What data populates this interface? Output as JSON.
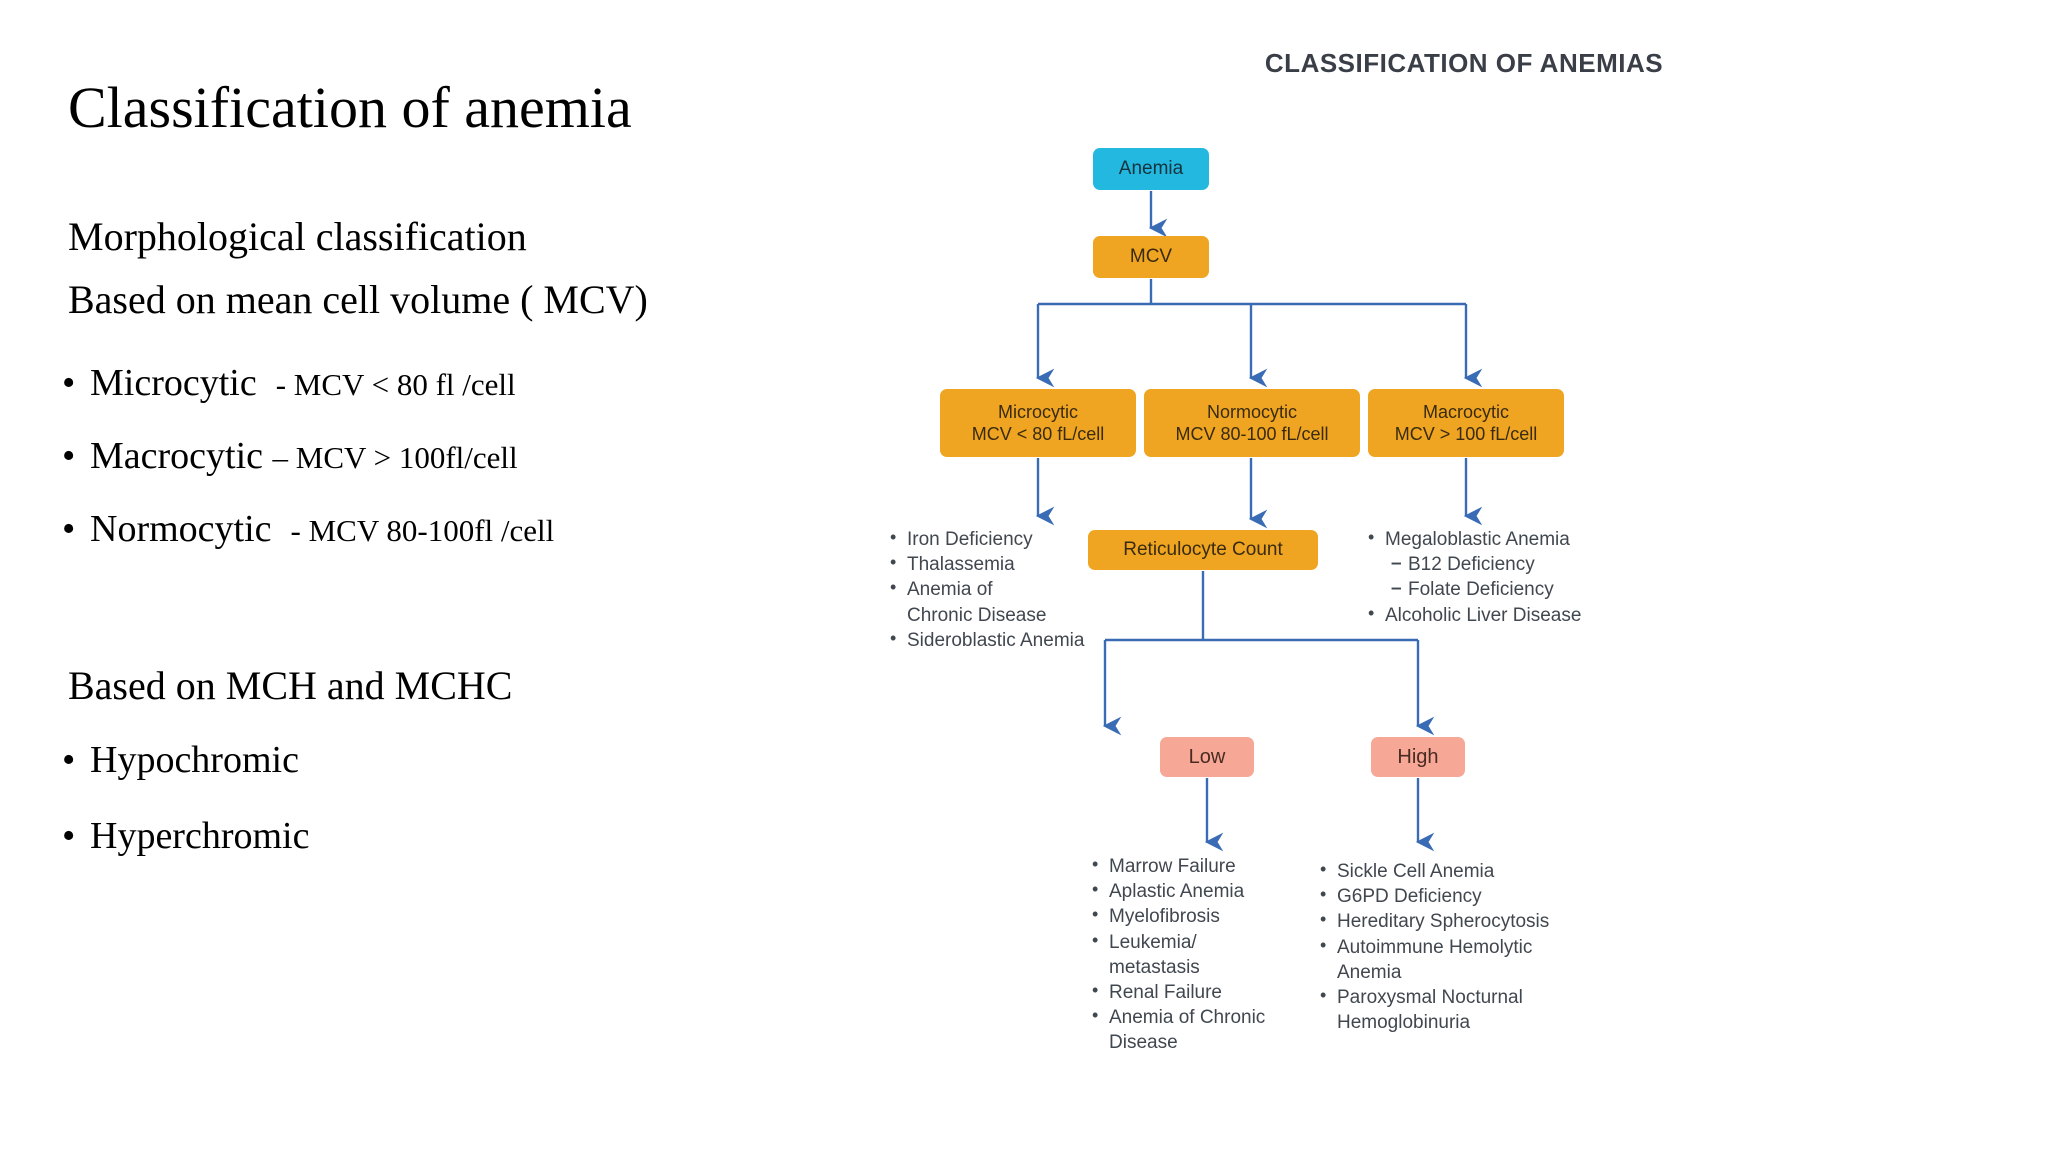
{
  "slide": {
    "title": "Classification of anemia",
    "lead_morphological": "Morphological classification",
    "lead_basis_mcv": "Based on mean cell volume ( MCV)",
    "lead_basis_mch": "Based on MCH and MCHC",
    "mcv_bullets": [
      {
        "term": "Microcytic",
        "detail": "- MCV < 80 fl /cell"
      },
      {
        "term": "Macrocytic",
        "detail": "– MCV > 100fl/cell"
      },
      {
        "term": "Normocytic",
        "detail": "- MCV 80-100fl /cell"
      }
    ],
    "chromic_bullets": [
      {
        "term": "Hypochromic"
      },
      {
        "term": "Hyperchromic"
      }
    ],
    "bullet_glyph": "•"
  },
  "diagram": {
    "title": "CLASSIFICATION OF ANEMIAS",
    "colors": {
      "blue_node": "#22b8e0",
      "orange_node": "#efa521",
      "pink_node": "#f6a795",
      "arrow": "#3a6bb5",
      "title_text": "#3a3f47",
      "list_text": "#41474f",
      "background": "#ffffff"
    },
    "nodes": {
      "anemia": {
        "label": "Anemia",
        "color": "blue"
      },
      "mcv": {
        "label": "MCV",
        "color": "orange"
      },
      "microcytic": {
        "line1": "Microcytic",
        "line2": "MCV < 80 fL/cell",
        "color": "orange"
      },
      "normocytic": {
        "line1": "Normocytic",
        "line2": "MCV 80-100 fL/cell",
        "color": "orange"
      },
      "macrocytic": {
        "line1": "Macrocytic",
        "line2": "MCV > 100 fL/cell",
        "color": "orange"
      },
      "reticulocyte_count": {
        "label": "Reticulocyte Count",
        "color": "orange"
      },
      "low": {
        "label": "Low",
        "color": "pink"
      },
      "high": {
        "label": "High",
        "color": "pink"
      }
    },
    "lists": {
      "microcytic_causes": [
        {
          "text": "Iron Deficiency",
          "level": "bullet"
        },
        {
          "text": "Thalassemia",
          "level": "bullet"
        },
        {
          "text": "Anemia of",
          "level": "bullet"
        },
        {
          "text": "Chronic Disease",
          "level": "cont"
        },
        {
          "text": "Sideroblastic Anemia",
          "level": "bullet"
        }
      ],
      "macrocytic_causes": [
        {
          "text": "Megaloblastic Anemia",
          "level": "bullet"
        },
        {
          "text": "B12 Deficiency",
          "level": "sub"
        },
        {
          "text": "Folate Deficiency",
          "level": "sub"
        },
        {
          "text": "Alcoholic Liver Disease",
          "level": "bullet"
        }
      ],
      "low_retic_causes": [
        {
          "text": "Marrow Failure",
          "level": "bullet"
        },
        {
          "text": "Aplastic Anemia",
          "level": "bullet"
        },
        {
          "text": "Myelofibrosis",
          "level": "bullet"
        },
        {
          "text": "Leukemia/",
          "level": "bullet"
        },
        {
          "text": "metastasis",
          "level": "cont"
        },
        {
          "text": "Renal Failure",
          "level": "bullet"
        },
        {
          "text": "Anemia of Chronic",
          "level": "bullet"
        },
        {
          "text": "Disease",
          "level": "cont"
        }
      ],
      "high_retic_causes": [
        {
          "text": "Sickle Cell Anemia",
          "level": "bullet"
        },
        {
          "text": "G6PD Deficiency",
          "level": "bullet"
        },
        {
          "text": "Hereditary Spherocytosis",
          "level": "bullet"
        },
        {
          "text": "Autoimmune Hemolytic",
          "level": "bullet"
        },
        {
          "text": "Anemia",
          "level": "cont"
        },
        {
          "text": "Paroxysmal Nocturnal",
          "level": "bullet"
        },
        {
          "text": "Hemoglobinuria",
          "level": "cont"
        }
      ]
    }
  }
}
